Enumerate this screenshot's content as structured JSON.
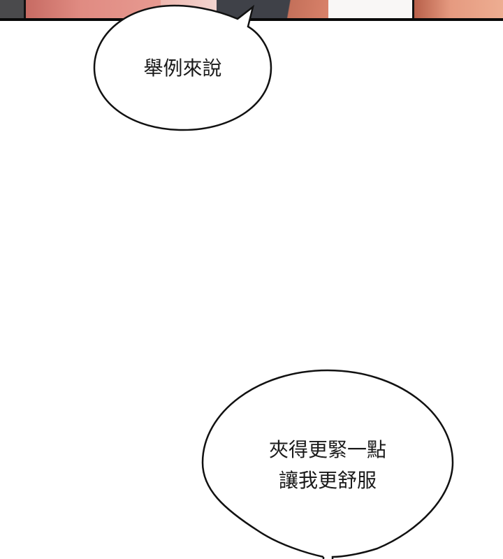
{
  "panel_top": {
    "description": "comic panel art fragment",
    "colors": {
      "dark_left": "#4a4a4c",
      "skin_pink": "#e08b82",
      "light_pink": "#f3d5d0",
      "dark_cloth": "#3f4148",
      "skin_orange": "#d9826a",
      "white": "#f9f7f6",
      "skin_right": "#e59a80",
      "border": "#0a0a0a"
    }
  },
  "bubbles": [
    {
      "id": "bubble-1",
      "lines": [
        "舉例來說"
      ]
    },
    {
      "id": "bubble-2",
      "lines": [
        "夾得更緊一點",
        "讓我更舒服"
      ]
    }
  ]
}
